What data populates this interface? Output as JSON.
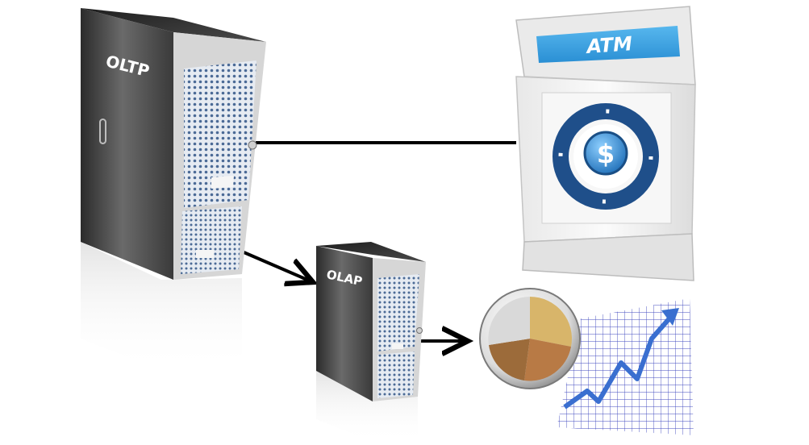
{
  "diagram": {
    "nodes": {
      "oltp": {
        "label": "OLTP"
      },
      "olap": {
        "label": "OLAP"
      },
      "atm": {
        "label": "ATM",
        "symbol": "$"
      }
    },
    "edges": [
      {
        "from": "oltp",
        "to": "atm",
        "style": "line"
      },
      {
        "from": "oltp",
        "to": "olap",
        "style": "arrow"
      },
      {
        "from": "olap",
        "to": "analytics",
        "style": "arrow"
      }
    ],
    "icons": {
      "oltp": "server-tower-icon",
      "olap": "server-tower-icon",
      "atm": "atm-machine-icon",
      "analytics": "pie-chart-growth-icon"
    },
    "colors": {
      "server_dark": "#2a2a2a",
      "server_light": "#5a5a5a",
      "atm_banner": "#3aa0e0",
      "ring_blue": "#1f4f8a",
      "coin_blue": "#4aa8e8",
      "growth_line": "#3a6fd0"
    }
  }
}
